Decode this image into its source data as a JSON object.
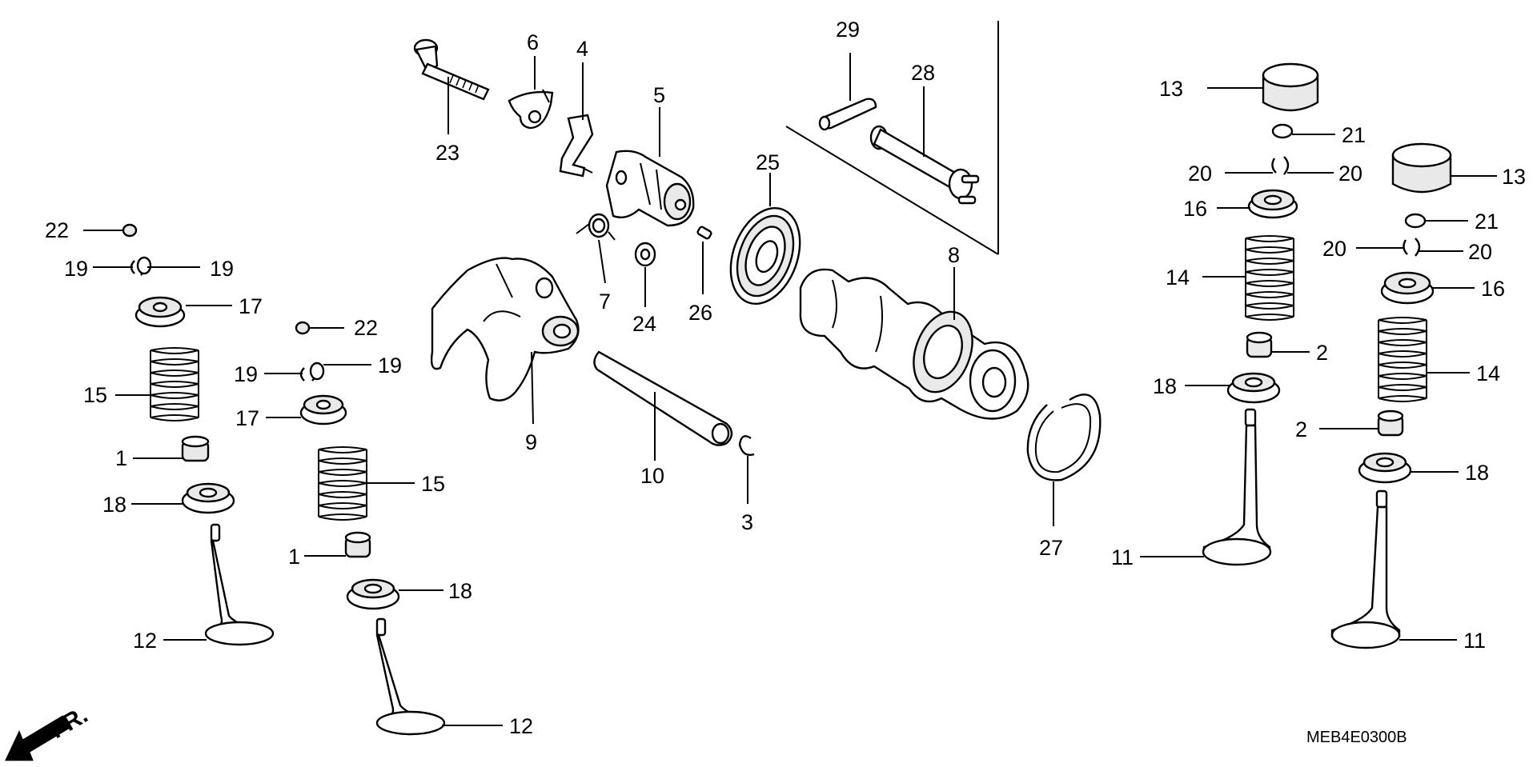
{
  "diagram_code": "MEB4E0300B",
  "direction_label": "FR.",
  "callouts": {
    "c1a": "1",
    "c1b": "1",
    "c2a": "2",
    "c2b": "2",
    "c3": "3",
    "c4": "4",
    "c5": "5",
    "c6": "6",
    "c7": "7",
    "c8": "8",
    "c9": "9",
    "c10": "10",
    "c11a": "11",
    "c11b": "11",
    "c12a": "12",
    "c12b": "12",
    "c13a": "13",
    "c13b": "13",
    "c14a": "14",
    "c14b": "14",
    "c15a": "15",
    "c15b": "15",
    "c16a": "16",
    "c16b": "16",
    "c17a": "17",
    "c17b": "17",
    "c18a": "18",
    "c18b": "18",
    "c18c": "18",
    "c18d": "18",
    "c19a": "19",
    "c19b": "19",
    "c19c": "19",
    "c19d": "19",
    "c20a": "20",
    "c20b": "20",
    "c20c": "20",
    "c20d": "20",
    "c21a": "21",
    "c21b": "21",
    "c22a": "22",
    "c22b": "22",
    "c23": "23",
    "c24": "24",
    "c25": "25",
    "c26": "26",
    "c27": "27",
    "c28": "28",
    "c29": "29"
  }
}
